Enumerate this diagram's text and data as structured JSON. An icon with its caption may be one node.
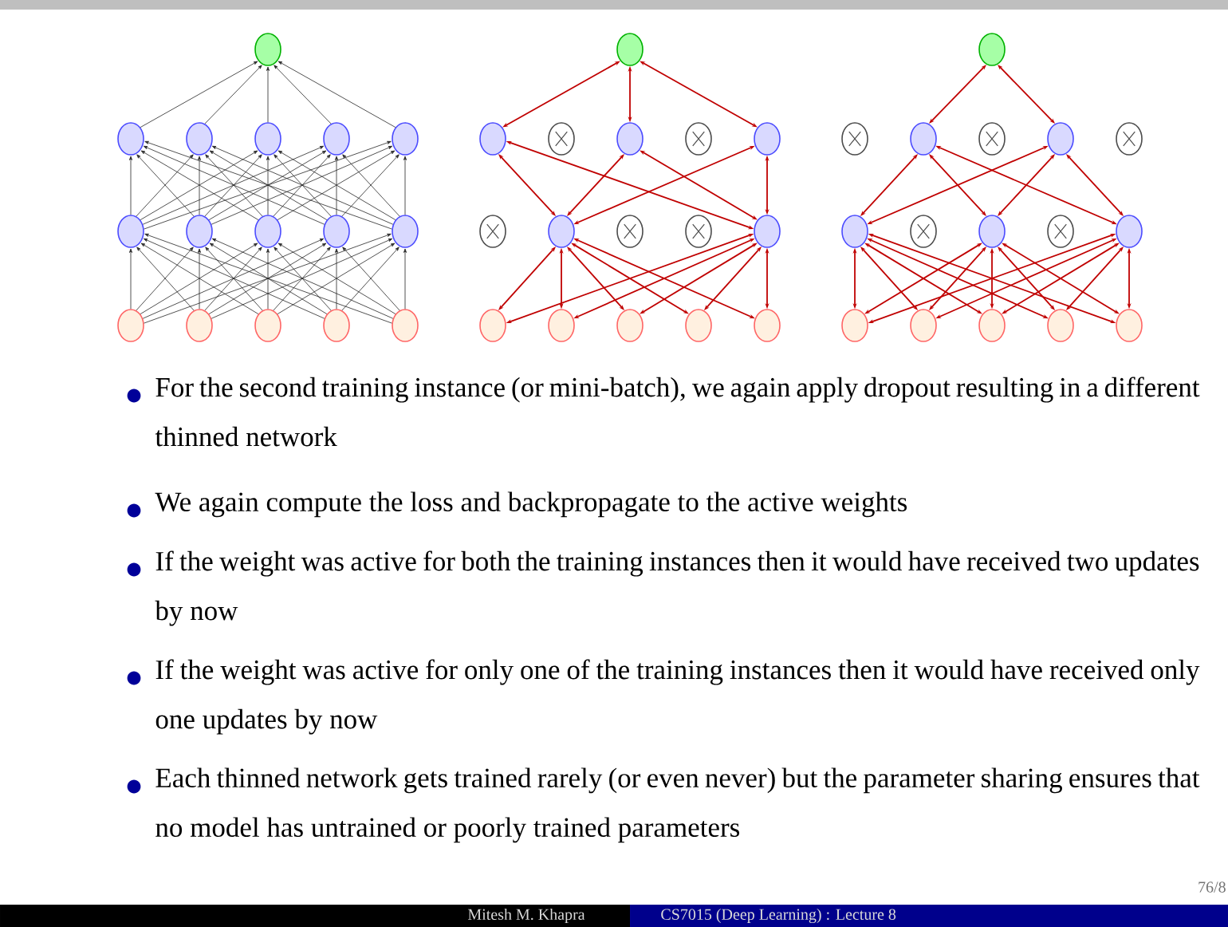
{
  "diagram": {
    "nodes": [
      {
        "text": [],
        "shape": "circle"
      },
      {
        "text": [],
        "shape": "circle"
      },
      {
        "text": [],
        "shape": "circle"
      },
      {
        "text": [],
        "shape": "circle"
      },
      {
        "text": [],
        "shape": "circle"
      },
      {
        "text": [],
        "shape": "circle"
      },
      {
        "text": [],
        "shape": "circle"
      },
      {
        "text": [],
        "shape": "circle"
      },
      {
        "text": [],
        "shape": "circle"
      },
      {
        "text": [],
        "shape": "circle"
      },
      {
        "text": [],
        "shape": "circle"
      },
      {
        "text": [],
        "shape": "circle"
      },
      {
        "text": [],
        "shape": "circle"
      },
      {
        "text": [],
        "shape": "circle"
      },
      {
        "text": [],
        "shape": "circle"
      },
      {
        "text": [],
        "shape": "circle"
      },
      {
        "text": [],
        "shape": "circle"
      },
      {
        "text": [],
        "shape": "circle"
      },
      {
        "text": [],
        "shape": "circle"
      },
      {
        "text": [],
        "shape": "circle"
      },
      {
        "text": [],
        "shape": "circle"
      },
      {
        "text": [],
        "shape": "circle"
      },
      {
        "text": [],
        "shape": "circle"
      },
      {
        "text": [],
        "shape": "circle"
      },
      {
        "text": [],
        "shape": "circle"
      },
      {
        "text": [],
        "shape": "circle"
      },
      {
        "text": [],
        "shape": "circle"
      },
      {
        "text": [],
        "shape": "circle"
      },
      {
        "text": [],
        "shape": "circle"
      },
      {
        "text": [],
        "shape": "circle"
      },
      {
        "text": [],
        "shape": "circle"
      },
      {
        "text": [],
        "shape": "circle"
      },
      {
        "text": [],
        "shape": "circle"
      },
      {
        "text": [],
        "shape": "circle"
      },
      {
        "text": [],
        "shape": "circle"
      },
      {
        "text": [],
        "shape": "circle"
      },
      {
        "text": [],
        "shape": "circle"
      },
      {
        "text": [],
        "shape": "circle"
      },
      {
        "text": [],
        "shape": "circle"
      },
      {
        "text": [],
        "shape": "circle"
      },
      {
        "text": [],
        "shape": "circle"
      },
      {
        "text": [],
        "shape": "circle"
      },
      {
        "text": [],
        "shape": "circle"
      },
      {
        "text": [],
        "shape": "circle"
      },
      {
        "text": [],
        "shape": "circle"
      },
      {
        "text": [],
        "shape": "circle"
      },
      {
        "text": [],
        "shape": "circle"
      },
      {
        "text": [],
        "shape": "circle"
      }
    ],
    "edges": [
      {
        "from": 1,
        "to": 0,
        "arrow": "to"
      },
      {
        "from": 2,
        "to": 0,
        "arrow": "to"
      },
      {
        "from": 3,
        "to": 0,
        "arrow": "to"
      },
      {
        "from": 4,
        "to": 0,
        "arrow": "to"
      },
      {
        "from": 5,
        "to": 0,
        "arrow": "to"
      },
      {
        "from": 6,
        "to": 1,
        "arrow": "to"
      },
      {
        "from": 6,
        "to": 2,
        "arrow": "to"
      },
      {
        "from": 6,
        "to": 3,
        "arrow": "to"
      },
      {
        "from": 6,
        "to": 4,
        "arrow": "to"
      },
      {
        "from": 6,
        "to": 5,
        "arrow": "to"
      },
      {
        "from": 7,
        "to": 1,
        "arrow": "to"
      },
      {
        "from": 7,
        "to": 2,
        "arrow": "to"
      },
      {
        "from": 7,
        "to": 3,
        "arrow": "to"
      },
      {
        "from": 7,
        "to": 4,
        "arrow": "to"
      },
      {
        "from": 7,
        "to": 5,
        "arrow": "to"
      },
      {
        "from": 8,
        "to": 1,
        "arrow": "to"
      },
      {
        "from": 8,
        "to": 2,
        "arrow": "to"
      },
      {
        "from": 8,
        "to": 3,
        "arrow": "to"
      },
      {
        "from": 8,
        "to": 4,
        "arrow": "to"
      },
      {
        "from": 8,
        "to": 5,
        "arrow": "to"
      },
      {
        "from": 9,
        "to": 1,
        "arrow": "to"
      },
      {
        "from": 9,
        "to": 2,
        "arrow": "to"
      },
      {
        "from": 9,
        "to": 3,
        "arrow": "to"
      },
      {
        "from": 9,
        "to": 4,
        "arrow": "to"
      },
      {
        "from": 9,
        "to": 5,
        "arrow": "to"
      },
      {
        "from": 10,
        "to": 1,
        "arrow": "to"
      },
      {
        "from": 10,
        "to": 2,
        "arrow": "to"
      },
      {
        "from": 10,
        "to": 3,
        "arrow": "to"
      },
      {
        "from": 10,
        "to": 4,
        "arrow": "to"
      },
      {
        "from": 10,
        "to": 5,
        "arrow": "to"
      },
      {
        "from": 11,
        "to": 6,
        "arrow": "to"
      },
      {
        "from": 11,
        "to": 7,
        "arrow": "to"
      },
      {
        "from": 11,
        "to": 8,
        "arrow": "to"
      },
      {
        "from": 11,
        "to": 9,
        "arrow": "to"
      },
      {
        "from": 11,
        "to": 10,
        "arrow": "to"
      },
      {
        "from": 12,
        "to": 6,
        "arrow": "to"
      },
      {
        "from": 12,
        "to": 7,
        "arrow": "to"
      },
      {
        "from": 12,
        "to": 8,
        "arrow": "to"
      },
      {
        "from": 12,
        "to": 9,
        "arrow": "to"
      },
      {
        "from": 12,
        "to": 10,
        "arrow": "to"
      },
      {
        "from": 13,
        "to": 6,
        "arrow": "to"
      },
      {
        "from": 13,
        "to": 7,
        "arrow": "to"
      },
      {
        "from": 13,
        "to": 8,
        "arrow": "to"
      },
      {
        "from": 13,
        "to": 9,
        "arrow": "to"
      },
      {
        "from": 13,
        "to": 10,
        "arrow": "to"
      },
      {
        "from": 14,
        "to": 6,
        "arrow": "to"
      },
      {
        "from": 14,
        "to": 7,
        "arrow": "to"
      },
      {
        "from": 14,
        "to": 8,
        "arrow": "to"
      },
      {
        "from": 14,
        "to": 9,
        "arrow": "to"
      },
      {
        "from": 14,
        "to": 10,
        "arrow": "to"
      },
      {
        "from": 15,
        "to": 6,
        "arrow": "to"
      },
      {
        "from": 15,
        "to": 7,
        "arrow": "to"
      },
      {
        "from": 15,
        "to": 8,
        "arrow": "to"
      },
      {
        "from": 15,
        "to": 9,
        "arrow": "to"
      },
      {
        "from": 15,
        "to": 10,
        "arrow": "to"
      },
      {
        "from": 17,
        "to": 16,
        "arrow": "both",
        "color": "#c00000"
      },
      {
        "from": 19,
        "to": 16,
        "arrow": "both",
        "color": "#c00000"
      },
      {
        "from": 21,
        "to": 16,
        "arrow": "both",
        "color": "#c00000"
      },
      {
        "from": 23,
        "to": 17,
        "arrow": "both",
        "color": "#c00000"
      },
      {
        "from": 23,
        "to": 19,
        "arrow": "both",
        "color": "#c00000"
      },
      {
        "from": 23,
        "to": 21,
        "arrow": "both",
        "color": "#c00000"
      },
      {
        "from": 26,
        "to": 17,
        "arrow": "both",
        "color": "#c00000"
      },
      {
        "from": 26,
        "to": 19,
        "arrow": "both",
        "color": "#c00000"
      },
      {
        "from": 26,
        "to": 21,
        "arrow": "both",
        "color": "#c00000"
      },
      {
        "from": 27,
        "to": 23,
        "arrow": "both",
        "color": "#c00000"
      },
      {
        "from": 28,
        "to": 23,
        "arrow": "both",
        "color": "#c00000"
      },
      {
        "from": 29,
        "to": 23,
        "arrow": "both",
        "color": "#c00000"
      },
      {
        "from": 30,
        "to": 23,
        "arrow": "both",
        "color": "#c00000"
      },
      {
        "from": 31,
        "to": 23,
        "arrow": "both",
        "color": "#c00000"
      },
      {
        "from": 27,
        "to": 26,
        "arrow": "both",
        "color": "#c00000"
      },
      {
        "from": 28,
        "to": 26,
        "arrow": "both",
        "color": "#c00000"
      },
      {
        "from": 29,
        "to": 26,
        "arrow": "both",
        "color": "#c00000"
      },
      {
        "from": 30,
        "to": 26,
        "arrow": "both",
        "color": "#c00000"
      },
      {
        "from": 31,
        "to": 26,
        "arrow": "both",
        "color": "#c00000"
      },
      {
        "from": 34,
        "to": 32,
        "arrow": "both",
        "color": "#c00000"
      },
      {
        "from": 36,
        "to": 32,
        "arrow": "both",
        "color": "#c00000"
      },
      {
        "from": 38,
        "to": 34,
        "arrow": "both",
        "color": "#c00000"
      },
      {
        "from": 38,
        "to": 36,
        "arrow": "both",
        "color": "#c00000"
      },
      {
        "from": 40,
        "to": 34,
        "arrow": "both",
        "color": "#c00000"
      },
      {
        "from": 40,
        "to": 36,
        "arrow": "both",
        "color": "#c00000"
      },
      {
        "from": 42,
        "to": 34,
        "arrow": "both",
        "color": "#c00000"
      },
      {
        "from": 42,
        "to": 36,
        "arrow": "both",
        "color": "#c00000"
      },
      {
        "from": 43,
        "to": 38,
        "arrow": "both",
        "color": "#c00000"
      },
      {
        "from": 44,
        "to": 38,
        "arrow": "both",
        "color": "#c00000"
      },
      {
        "from": 45,
        "to": 38,
        "arrow": "both",
        "color": "#c00000"
      },
      {
        "from": 46,
        "to": 38,
        "arrow": "both",
        "color": "#c00000"
      },
      {
        "from": 47,
        "to": 38,
        "arrow": "both",
        "color": "#c00000"
      },
      {
        "from": 43,
        "to": 40,
        "arrow": "both",
        "color": "#c00000"
      },
      {
        "from": 44,
        "to": 40,
        "arrow": "both",
        "color": "#c00000"
      },
      {
        "from": 45,
        "to": 40,
        "arrow": "both",
        "color": "#c00000"
      },
      {
        "from": 46,
        "to": 40,
        "arrow": "both",
        "color": "#c00000"
      },
      {
        "from": 47,
        "to": 40,
        "arrow": "both",
        "color": "#c00000"
      },
      {
        "from": 43,
        "to": 42,
        "arrow": "both",
        "color": "#c00000"
      },
      {
        "from": 44,
        "to": 42,
        "arrow": "both",
        "color": "#c00000"
      },
      {
        "from": 45,
        "to": 42,
        "arrow": "both",
        "color": "#c00000"
      },
      {
        "from": 46,
        "to": 42,
        "arrow": "both",
        "color": "#c00000"
      },
      {
        "from": 47,
        "to": 42,
        "arrow": "both",
        "color": "#c00000"
      }
    ],
    "labels": [
      "For the second training instance (or mini-batch), we again apply dropout resulting in a different thinned network",
      "We again compute the loss and backpropagate to the active weights",
      "If the weight was active for both the training instances then it would have received two updates by now",
      "If the weight was active for only one of the training instances then it would have received only one updates by now",
      "Each thinned network gets trained rarely (or even never) but the parameter sharing ensures that no model has untrained or poorly trained parameters",
      "76/8",
      "Mitesh M. Khapra",
      "CS7015 (Deep Learning) : Lecture 8"
    ]
  }
}
